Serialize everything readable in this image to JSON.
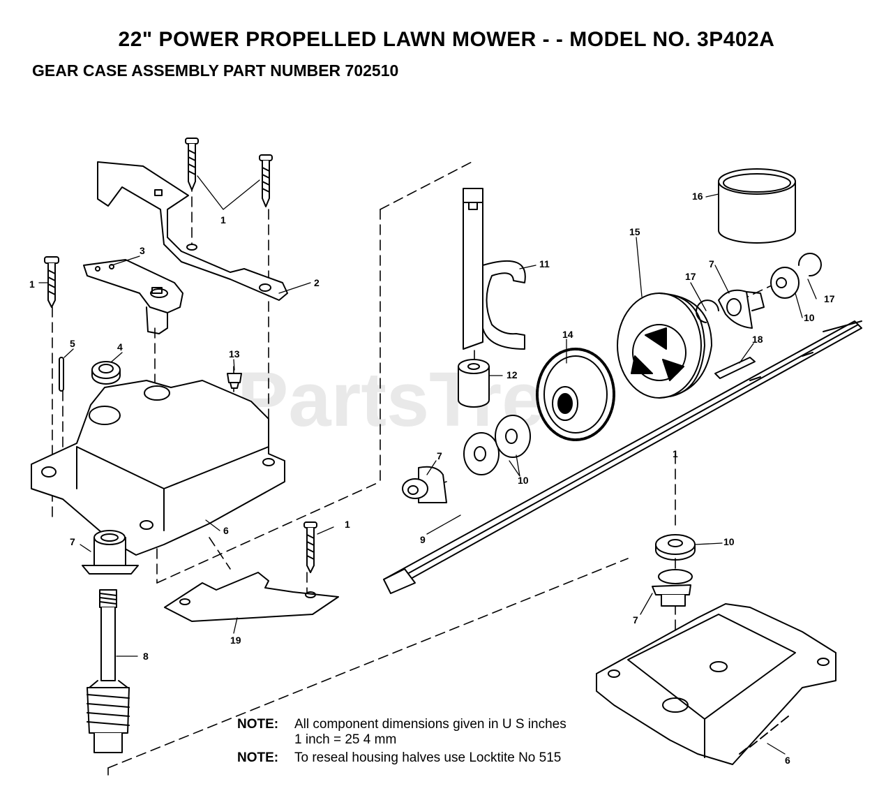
{
  "title": "22\" POWER PROPELLED LAWN MOWER - - MODEL NO. 3P402A",
  "subtitle": "GEAR CASE ASSEMBLY PART NUMBER 702510",
  "watermark": "PartsTree",
  "notes": [
    {
      "key": "NOTE:",
      "line1": "All component dimensions given in U S  inches",
      "line2": "1 inch = 25 4 mm"
    },
    {
      "key": "NOTE:",
      "line1": "To reseal housing halves use Locktite No  515"
    }
  ],
  "callouts": {
    "c1_top": "1",
    "c1_left": "1",
    "c1_mid": "1",
    "c1_right": "1",
    "c2": "2",
    "c3": "3",
    "c4": "4",
    "c5": "5",
    "c6_left": "6",
    "c6_right": "6",
    "c7_left": "7",
    "c7_mid": "7",
    "c7_top": "7",
    "c7_right": "7",
    "c8": "8",
    "c9": "9",
    "c10_top": "10",
    "c10_mid": "10",
    "c10_right": "10",
    "c11": "11",
    "c12": "12",
    "c13": "13",
    "c14": "14",
    "c15": "15",
    "c16": "16",
    "c17_a": "17",
    "c17_b": "17",
    "c18": "18",
    "c19": "19"
  }
}
